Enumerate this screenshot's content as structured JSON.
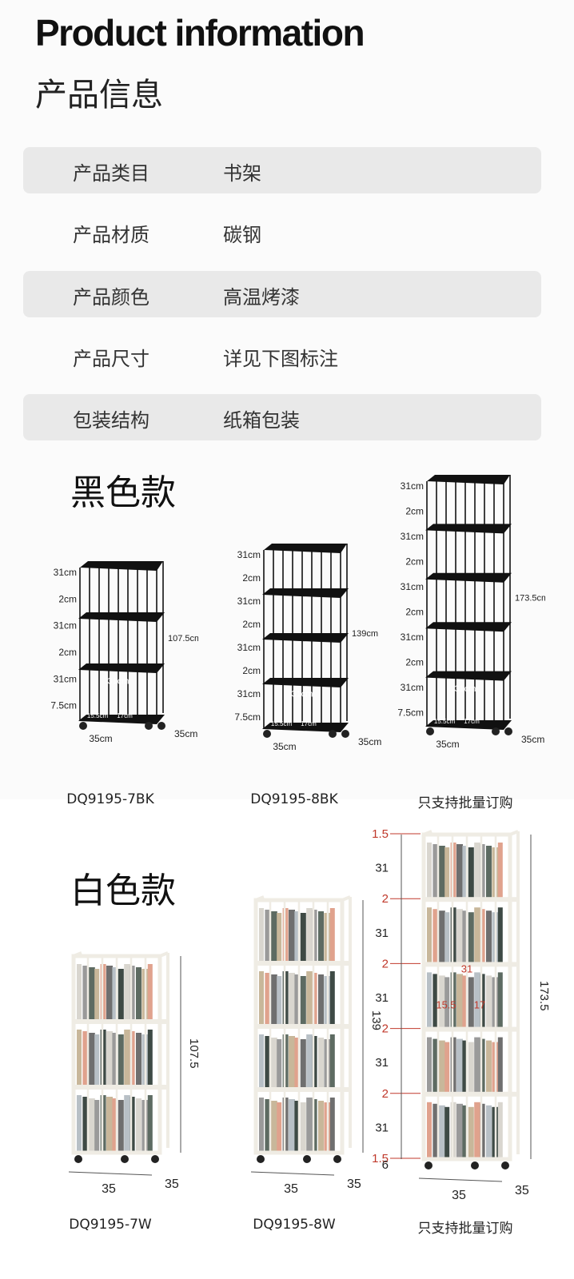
{
  "header": {
    "title_en": "Product information",
    "title_cn": "产品信息"
  },
  "specs": [
    {
      "key": "产品类目",
      "value": "书架",
      "shaded": true
    },
    {
      "key": "产品材质",
      "value": "碳钢",
      "shaded": false
    },
    {
      "key": "产品颜色",
      "value": "高温烤漆",
      "shaded": true
    },
    {
      "key": "产品尺寸",
      "value": "详见下图标注",
      "shaded": false
    },
    {
      "key": "包装结构",
      "value": "纸箱包装",
      "shaded": true
    }
  ],
  "black_section": {
    "title": "黑色款",
    "units": [
      {
        "model": "DQ9195-7BK",
        "tiers": 3,
        "labels": [
          "31cm",
          "2cm",
          "31cm",
          "2cm",
          "31cm",
          "7.5cm"
        ],
        "height": "107.5cm",
        "width": "35cm",
        "depth": "35cm",
        "shelf": "31cm",
        "inner": [
          "15.5cm",
          "17cm"
        ]
      },
      {
        "model": "DQ9195-8BK",
        "tiers": 4,
        "labels": [
          "31cm",
          "2cm",
          "31cm",
          "2cm",
          "31cm",
          "2cm",
          "31cm",
          "7.5cm"
        ],
        "height": "139cm",
        "width": "35cm",
        "depth": "35cm",
        "shelf": "31cm",
        "inner": [
          "15.5cm",
          "17cm"
        ]
      },
      {
        "model": "只支持批量订购",
        "tiers": 5,
        "labels": [
          "31cm",
          "2cm",
          "31cm",
          "2cm",
          "31cm",
          "2cm",
          "31cm",
          "2cm",
          "31cm",
          "7.5cm"
        ],
        "height": "173.5cm",
        "width": "35cm",
        "depth": "35cm",
        "shelf": "31cm",
        "inner": [
          "15.5cm",
          "17cm"
        ]
      }
    ]
  },
  "white_section": {
    "title": "白色款",
    "units": [
      {
        "model": "DQ9195-7W",
        "tiers": 3,
        "height": "107.5",
        "width": "35",
        "depth": "35"
      },
      {
        "model": "DQ9195-8W",
        "tiers": 4,
        "height": "139",
        "width": "35",
        "depth": "35"
      },
      {
        "model": "只支持批量订购",
        "tiers": 5,
        "height": "173.5",
        "width": "35",
        "depth": "35",
        "labels": [
          "1.5",
          "31",
          "2",
          "31",
          "2",
          "31",
          "2",
          "31",
          "2",
          "31",
          "1.5",
          "6"
        ],
        "shelf": "31",
        "inner": [
          "15.5",
          "17"
        ]
      }
    ]
  },
  "colors": {
    "accent": "#c0392b",
    "black_frame": "#111111",
    "white_frame": "#efece4",
    "row_bg": "#e9e9e9"
  }
}
